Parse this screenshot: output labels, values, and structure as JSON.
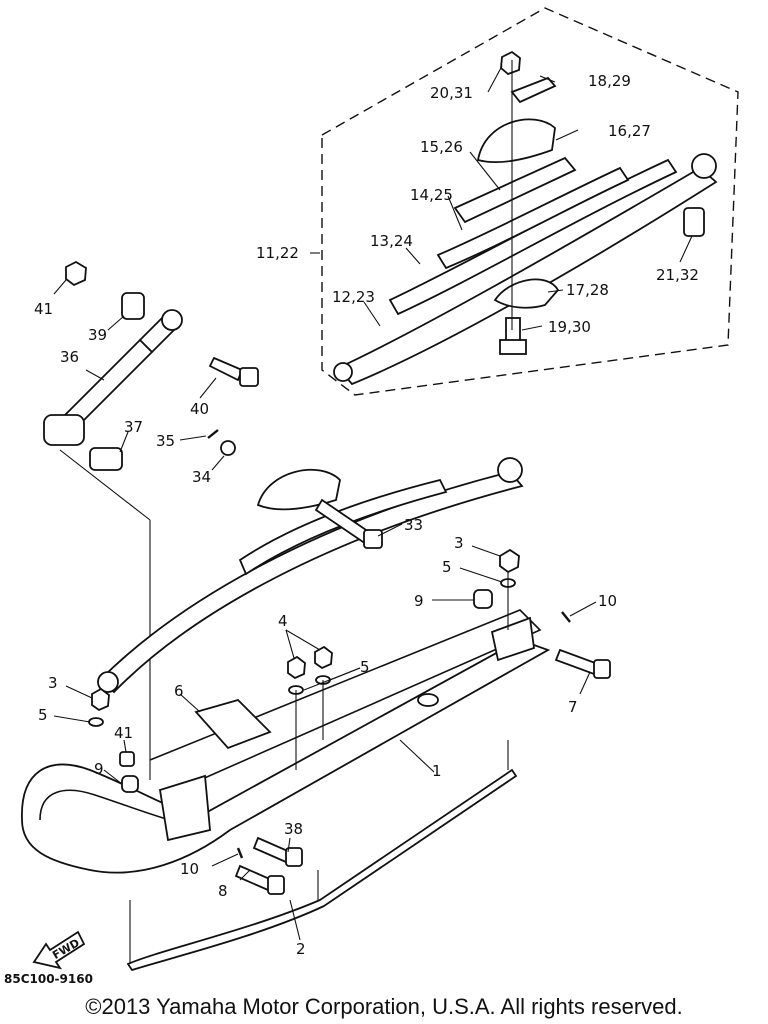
{
  "callouts": {
    "c1": "1",
    "c2": "2",
    "c3a": "3",
    "c3b": "3",
    "c4": "4",
    "c5a": "5",
    "c5b": "5",
    "c5c": "5",
    "c6": "6",
    "c7": "7",
    "c8": "8",
    "c9a": "9",
    "c9b": "9",
    "c10a": "10",
    "c10b": "10",
    "c11_22": "11,22",
    "c12_23": "12,23",
    "c13_24": "13,24",
    "c14_25": "14,25",
    "c15_26": "15,26",
    "c16_27": "16,27",
    "c17_28": "17,28",
    "c18_29": "18,29",
    "c19_30": "19,30",
    "c20_31": "20,31",
    "c21_32": "21,32",
    "c33": "33",
    "c34": "34",
    "c35": "35",
    "c36": "36",
    "c37": "37",
    "c38": "38",
    "c39": "39",
    "c40": "40",
    "c41a": "41",
    "c41b": "41"
  },
  "fwd_arrow_label": "FWD",
  "drawing_code": "85C100-9160",
  "copyright": "©2013 Yamaha Motor Corporation, U.S.A. All rights reserved."
}
